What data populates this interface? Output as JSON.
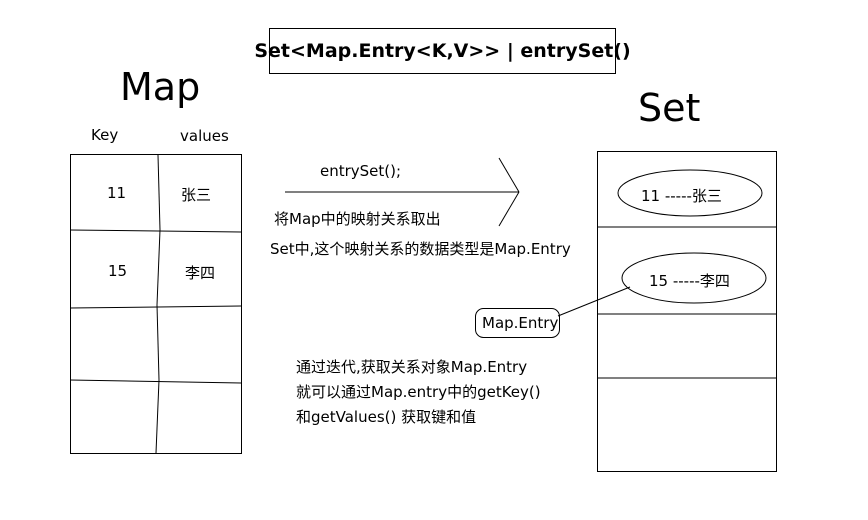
{
  "header": {
    "title": "Set<Map.Entry<K,V>> | entrySet()"
  },
  "map": {
    "title": "Map",
    "col_key": "Key",
    "col_values": "values",
    "rows": [
      {
        "key": "11",
        "value": "张三"
      },
      {
        "key": "15",
        "value": "李四"
      }
    ]
  },
  "arrow": {
    "label": "entrySet();",
    "note_line1": "将Map中的映射关系取出",
    "note_line2": "Set中,这个映射关系的数据类型是Map.Entry"
  },
  "set": {
    "title": "Set",
    "entries": [
      "11 -----张三",
      "15 -----李四"
    ]
  },
  "entry_label": "Map.Entry",
  "iteration_note": {
    "line1": "通过迭代,获取关系对象Map.Entry",
    "line2": "就可以通过Map.entry中的getKey()",
    "line3": "和getValues() 获取键和值"
  }
}
